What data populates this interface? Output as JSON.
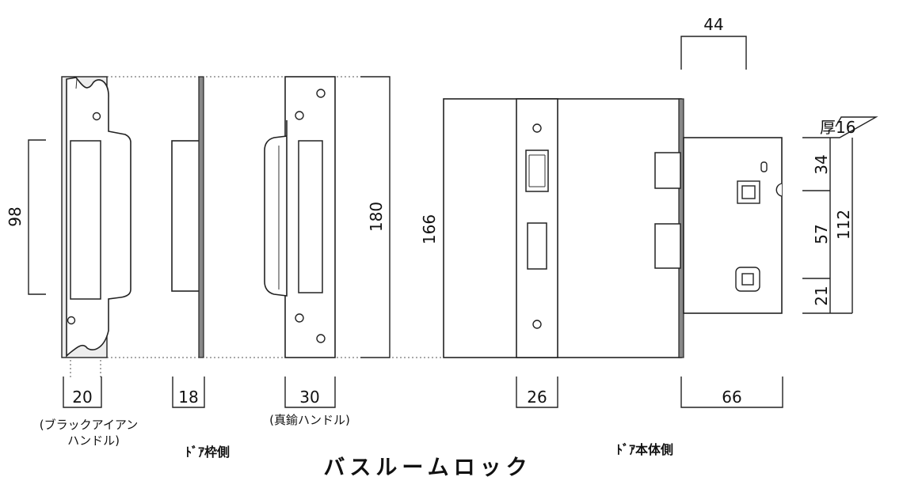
{
  "title": "バスルームロック",
  "sections": {
    "frame_side": "ﾄﾞｱ枠側",
    "body_side": "ﾄﾞｱ本体側"
  },
  "notes": {
    "black_iron_line1": "(ブラックアイアン",
    "black_iron_line2": "ハンドル)",
    "brass": "(真鍮ハンドル)"
  },
  "thickness_label": "厚16",
  "dimensions": {
    "d98": "98",
    "d180": "180",
    "d166": "166",
    "d44": "44",
    "d34": "34",
    "d57": "57",
    "d21": "21",
    "d112": "112",
    "d20": "20",
    "d18": "18",
    "d30": "30",
    "d26": "26",
    "d66": "66"
  }
}
